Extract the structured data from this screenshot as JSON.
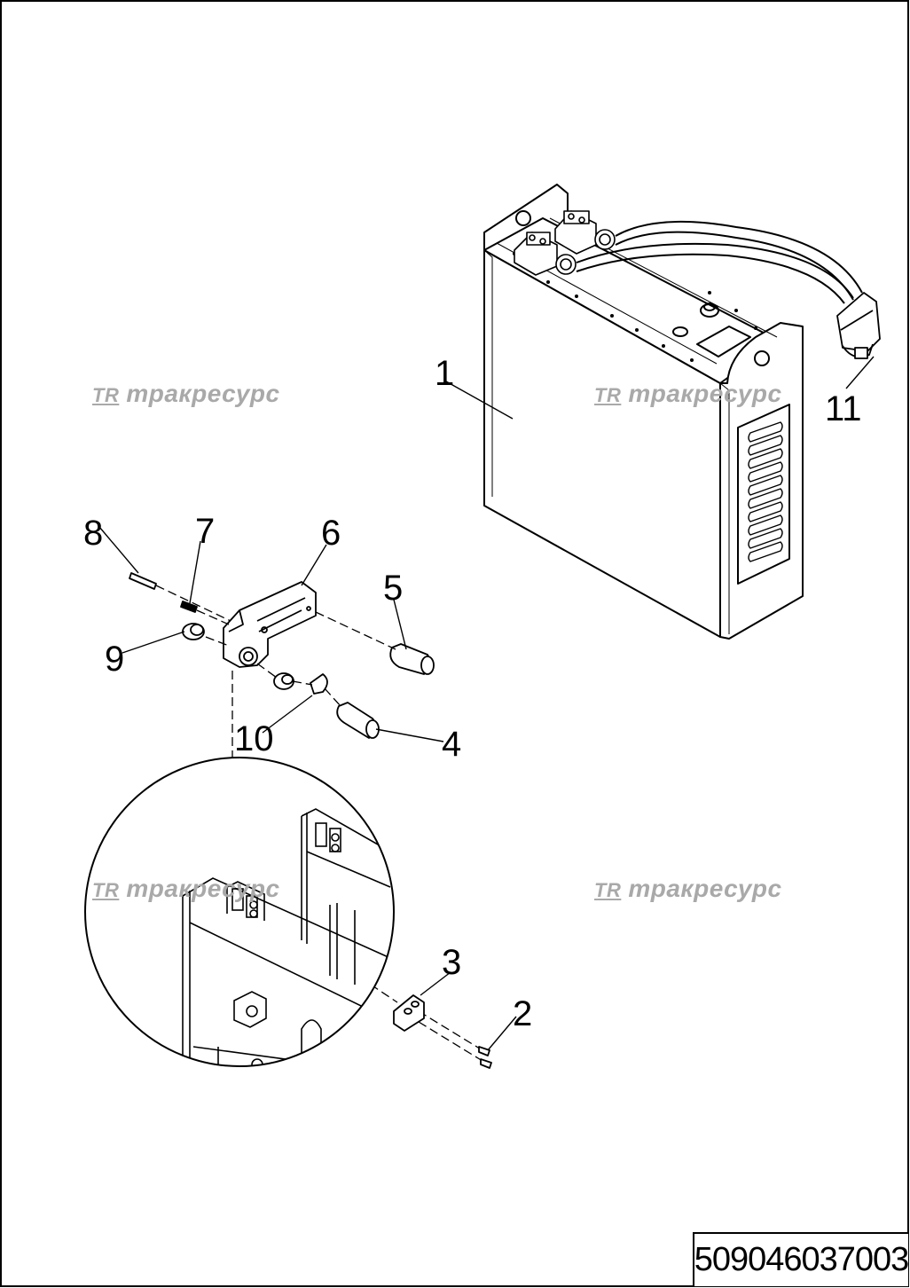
{
  "drawing": {
    "part_number": "509046037003",
    "watermark_brand": "тракресурс",
    "watermark_logo": "TR"
  },
  "callouts": [
    {
      "id": "1",
      "label": "1"
    },
    {
      "id": "2",
      "label": "2"
    },
    {
      "id": "3",
      "label": "3"
    },
    {
      "id": "4",
      "label": "4"
    },
    {
      "id": "5",
      "label": "5"
    },
    {
      "id": "6",
      "label": "6"
    },
    {
      "id": "7",
      "label": "7"
    },
    {
      "id": "8",
      "label": "8"
    },
    {
      "id": "9",
      "label": "9"
    },
    {
      "id": "10",
      "label": "10"
    },
    {
      "id": "11",
      "label": "11"
    }
  ]
}
